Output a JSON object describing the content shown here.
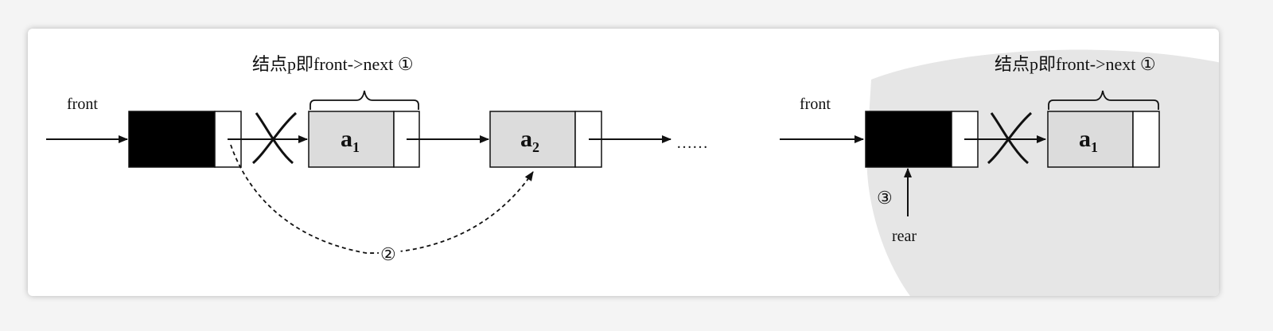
{
  "colors": {
    "node_fill": "#dcdcdc",
    "head_fill": "#000000",
    "line": "#111111",
    "watermark": "#e2e2e2"
  },
  "left": {
    "brace_label": "结点p即front->next ①",
    "front_label": "front",
    "node1_main": "a",
    "node1_sub": "1",
    "node2_main": "a",
    "node2_sub": "2",
    "ellipsis": "……",
    "step2_label": "②"
  },
  "right": {
    "brace_label": "结点p即front->next ①",
    "front_label": "front",
    "node1_main": "a",
    "node1_sub": "1",
    "step3_label": "③",
    "rear_label": "rear"
  }
}
